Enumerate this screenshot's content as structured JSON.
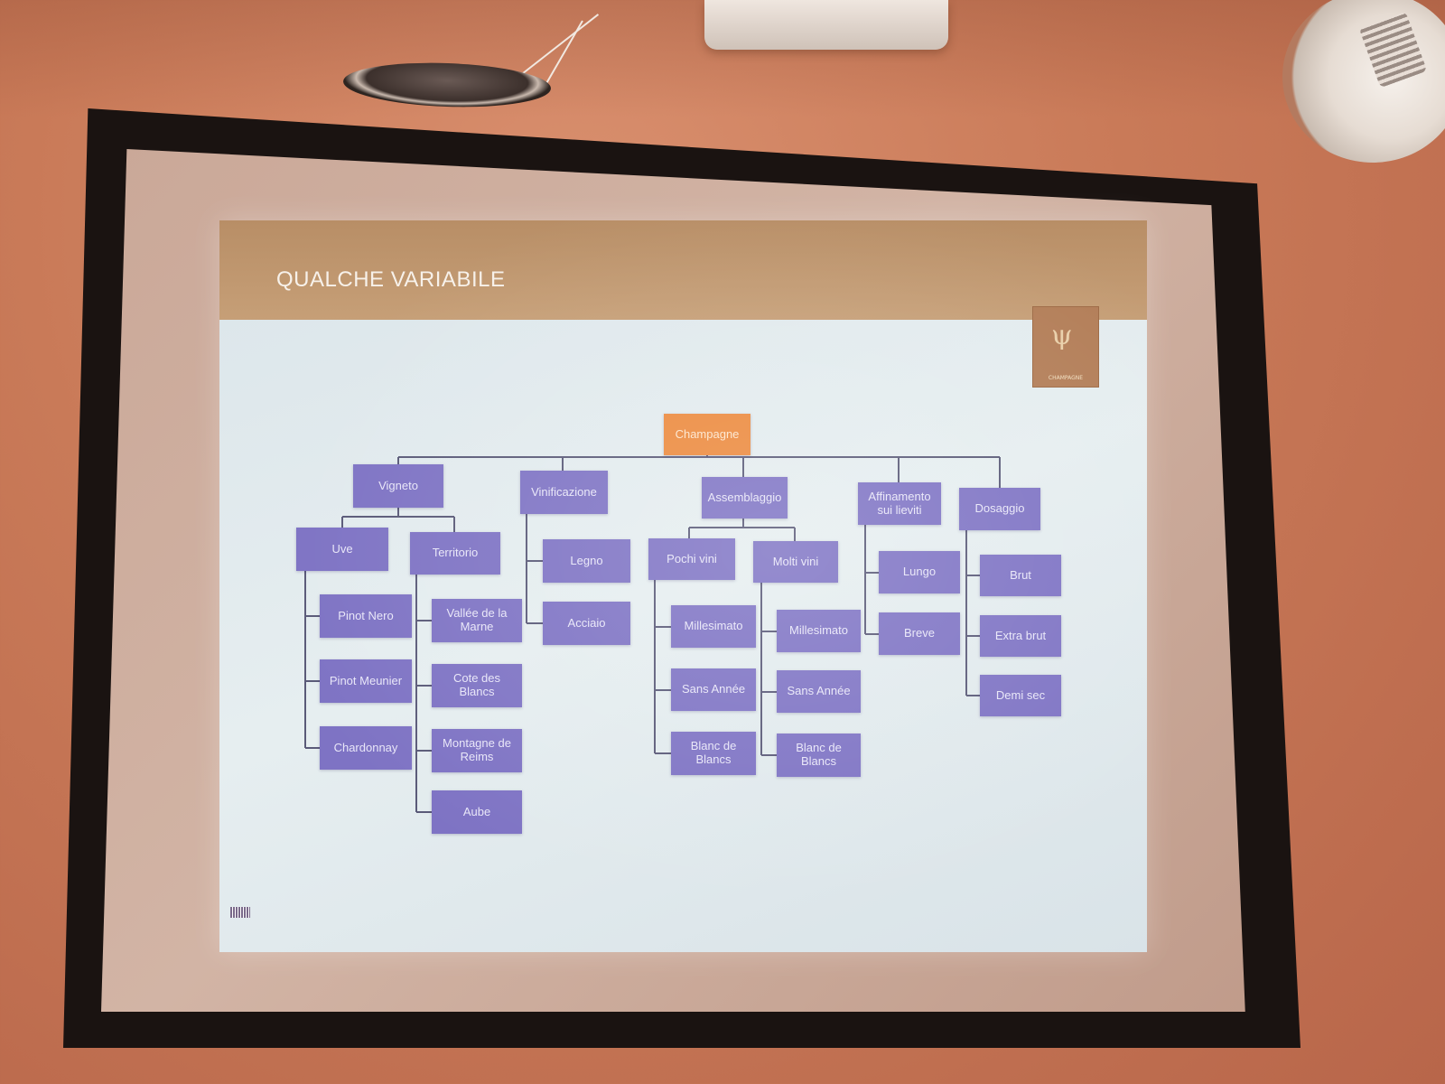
{
  "slide": {
    "title": "QUALCHE VARIABILE",
    "logo": {
      "icon": "antlers-icon",
      "text": "CHAMPAGNE"
    }
  },
  "tree": {
    "root": "Champagne",
    "categories": {
      "vigneto": "Vigneto",
      "vinificazione": "Vinificazione",
      "assemblaggio": "Assemblaggio",
      "affinamento": "Affinamento sui lieviti",
      "dosaggio": "Dosaggio"
    },
    "vigneto": {
      "uve": "Uve",
      "territorio": "Territorio",
      "uve_items": [
        "Pinot Nero",
        "Pinot Meunier",
        "Chardonnay"
      ],
      "territorio_items": [
        "Vallée de la Marne",
        "Cote des Blancs",
        "Montagne de Reims",
        "Aube"
      ]
    },
    "vinificazione_items": [
      "Legno",
      "Acciaio"
    ],
    "assemblaggio": {
      "pochi": "Pochi vini",
      "molti": "Molti vini",
      "pochi_items": [
        "Millesimato",
        "Sans Année",
        "Blanc de Blancs"
      ],
      "molti_items": [
        "Millesimato",
        "Sans Année",
        "Blanc de Blancs"
      ]
    },
    "affinamento_items": [
      "Lungo",
      "Breve"
    ],
    "dosaggio_items": [
      "Brut",
      "Extra brut",
      "Demi sec"
    ]
  },
  "colors": {
    "root": "#ec8a3e",
    "node": "#7e73c4",
    "header": "#b88e66",
    "connector": "#5a5a78"
  }
}
